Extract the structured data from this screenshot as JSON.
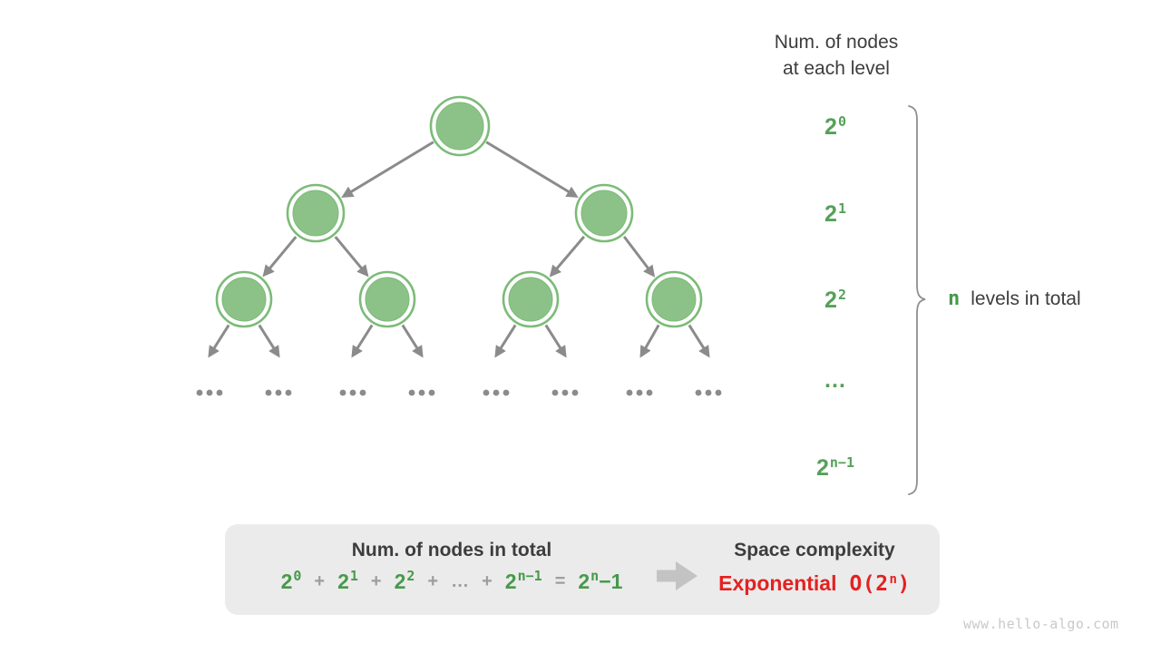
{
  "header": {
    "line1": "Num. of nodes",
    "line2": "at each level"
  },
  "level_labels": [
    {
      "base": "2",
      "sup": "0"
    },
    {
      "base": "2",
      "sup": "1"
    },
    {
      "base": "2",
      "sup": "2"
    },
    {
      "base": "…",
      "sup": ""
    },
    {
      "base": "2",
      "sup": "n−1"
    }
  ],
  "brace_note": {
    "highlight": "n",
    "text": "levels in total"
  },
  "tree": {
    "nodes_per_level": [
      1,
      2,
      4
    ],
    "ellipsis_groups": 8
  },
  "summary_box": {
    "left_title": "Num. of nodes in total",
    "formula_tokens": [
      {
        "text": "2",
        "sup": "0",
        "color": "green"
      },
      {
        "text": "+",
        "color": "gray"
      },
      {
        "text": "2",
        "sup": "1",
        "color": "green"
      },
      {
        "text": "+",
        "color": "gray"
      },
      {
        "text": "2",
        "sup": "2",
        "color": "green"
      },
      {
        "text": "+",
        "color": "gray"
      },
      {
        "text": "…",
        "color": "gray"
      },
      {
        "text": "+",
        "color": "gray"
      },
      {
        "text": "2",
        "sup": "n−1",
        "color": "green"
      },
      {
        "text": "=",
        "color": "gray"
      },
      {
        "text": "2",
        "sup": "n",
        "suffix": "−1",
        "color": "green"
      }
    ],
    "right_title": "Space complexity",
    "complexity_word": "Exponential",
    "complexity_o_pre": "O(2",
    "complexity_o_sup": "n",
    "complexity_o_post": ")"
  },
  "watermark": "www.hello-algo.com",
  "colors": {
    "node_green_fill": "#8CC287",
    "node_green_ring": "#7CBB78",
    "label_green": "#55A159",
    "formula_green": "#47994B",
    "arrow_gray": "#8B8B8B",
    "text_dark": "#3D3D3D",
    "operator_gray": "#9E9E9E",
    "box_bg": "#EBEBEB",
    "flow_arrow_gray": "#C3C3C3",
    "complexity_red": "#E32222",
    "watermark_gray": "#C9C9C9"
  }
}
